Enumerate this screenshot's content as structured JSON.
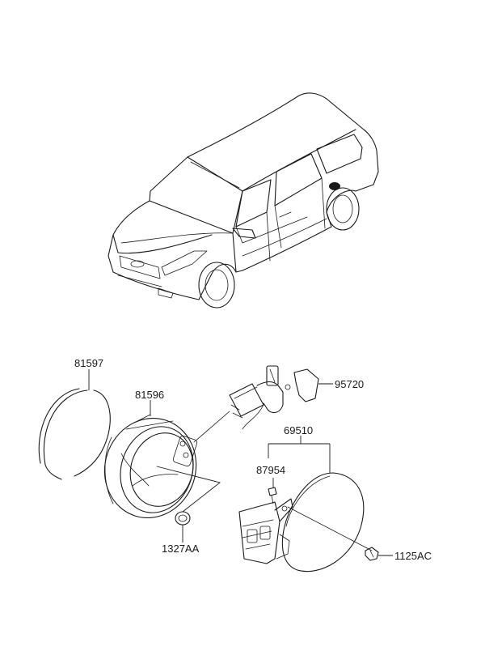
{
  "parts": {
    "p81597": "81597",
    "p81596": "81596",
    "p95720": "95720",
    "p69510": "69510",
    "p87954": "87954",
    "p1327AA": "1327AA",
    "p1125AC": "1125AC"
  },
  "colors": {
    "ink": "#1a1a1a",
    "background": "#ffffff"
  }
}
